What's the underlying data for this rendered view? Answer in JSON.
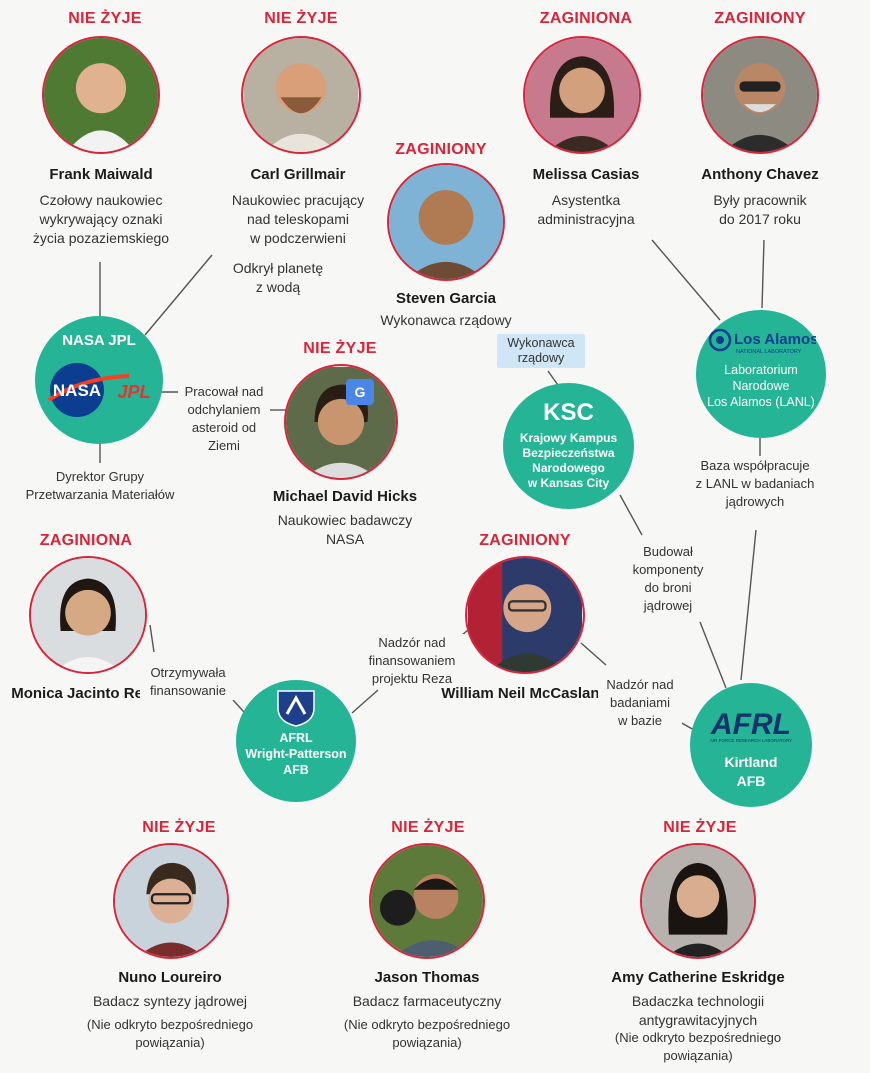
{
  "colors": {
    "accent_red": "#d8253b",
    "org_green": "#25b596",
    "tag_blue": "#cfe6f7"
  },
  "people": [
    {
      "id": "frank",
      "status": "NIE ŻYJE",
      "name": "Frank Maiwald",
      "desc": "Czołowy naukowiec\nwykrywający oznaki\nżycia pozaziemskiego"
    },
    {
      "id": "carl",
      "status": "NIE ŻYJE",
      "name": "Carl Grillmair",
      "desc": "Naukowiec pracujący\nnad teleskopami\nw podczerwieni",
      "desc2": "Odkrył planetę\nz wodą"
    },
    {
      "id": "steven",
      "status": "ZAGINIONY",
      "name": "Steven Garcia",
      "desc": "Wykonawca rządowy"
    },
    {
      "id": "melissa",
      "status": "ZAGINIONA",
      "name": "Melissa Casias",
      "desc": "Asystentka\nadministracyjna"
    },
    {
      "id": "anthony",
      "status": "ZAGINIONY",
      "name": "Anthony Chavez",
      "desc": "Były pracownik\ndo 2017 roku"
    },
    {
      "id": "michael",
      "status": "NIE ŻYJE",
      "name": "Michael David Hicks",
      "desc": "Naukowiec badawczy\nNASA"
    },
    {
      "id": "monica",
      "status": "ZAGINIONA",
      "name": "Monica\nJacinto Reza",
      "desc": ""
    },
    {
      "id": "william",
      "status": "ZAGINIONY",
      "name": "William Neil\nMcCasland",
      "desc": ""
    },
    {
      "id": "nuno",
      "status": "NIE ŻYJE",
      "name": "Nuno Loureiro",
      "desc": "Badacz syntezy jądrowej",
      "note": "(Nie odkryto bezpośredniego\npowiązania)"
    },
    {
      "id": "jason",
      "status": "NIE ŻYJE",
      "name": "Jason Thomas",
      "desc": "Badacz farmaceutyczny",
      "note": "(Nie odkryto bezpośredniego\npowiązania)"
    },
    {
      "id": "amy",
      "status": "NIE ŻYJE",
      "name": "Amy Catherine Eskridge",
      "desc": "Badaczka technologii\nantygrawitacyjnych",
      "note": "(Nie odkryto bezpośredniego\npowiązania)"
    }
  ],
  "orgs": {
    "nasa": {
      "name": "NASA JPL",
      "logo_a": "NASA",
      "logo_b": "JPL"
    },
    "lanl": {
      "logo": "Los Alamos",
      "logo_sub": "NATIONAL LABORATORY",
      "name": "Laboratorium\nNarodowe\nLos Alamos (LANL)"
    },
    "ksc": {
      "abbr": "KSC",
      "name": "Krajowy Kampus\nBezpieczeństwa\nNarodowego\nw Kansas City"
    },
    "afrl_wp": {
      "name": "AFRL\nWright-Patterson\nAFB"
    },
    "kirtland": {
      "logo": "AFRL",
      "logo_sub": "AIR FORCE RESEARCH LABORATORY",
      "name": "Kirtland\nAFB"
    }
  },
  "labels": {
    "hicks_nasa": "Pracował nad\nodchylaniem\nasteroid od\nZiemi",
    "nasa_bottom": "Dyrektor Grupy\nPrzetwarzania Materiałów",
    "lanl_kirtland": "Baza współpracuje\nz LANL w badaniach\njądrowych",
    "ksc_kirtland": "Budował\nkomponenty\ndo broni\njądrowej",
    "monica_afrl": "Otrzymywała\nfinansowanie",
    "william_afrl": "Nadzór nad\nfinansowaniem\nprojektu Reza",
    "william_kirtland": "Nadzór nad\nbadaniami\nw bazie",
    "steven_tag": "Wykonawca\nrządowy"
  }
}
